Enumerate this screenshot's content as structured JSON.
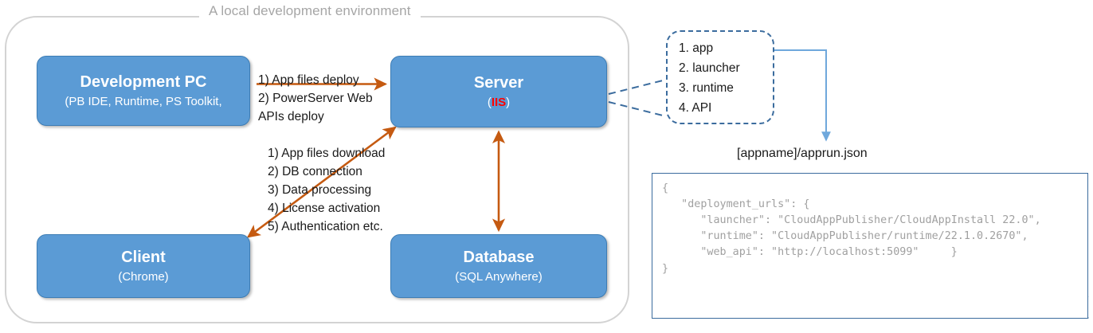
{
  "environment": {
    "title": "A local development environment"
  },
  "nodes": {
    "devpc": {
      "title": "Development PC",
      "subtitle": "(PB IDE, Runtime, PS Toolkit,"
    },
    "server": {
      "title": "Server",
      "subtitle_open": "(",
      "subtitle_accent": "IIS",
      "subtitle_close": ")"
    },
    "client": {
      "title": "Client",
      "subtitle": "(Chrome)"
    },
    "database": {
      "title": "Database",
      "subtitle": "(SQL Anywhere)"
    }
  },
  "labels": {
    "deploy": {
      "lines": [
        "1) App files deploy",
        "2) PowerServer Web",
        "APIs deploy"
      ]
    },
    "runtime": {
      "lines": [
        "1) App files download",
        "2) DB connection",
        "3) Data processing",
        "4) License activation",
        "5) Authentication etc."
      ]
    }
  },
  "callout": {
    "items": [
      "1. app",
      "2. launcher",
      "3. runtime",
      "4. API"
    ]
  },
  "apprun": {
    "caption": "[appname]/apprun.json"
  },
  "json_panel": {
    "code": "{\n   \"deployment_urls\": {\n      \"launcher\": \"CloudAppPublisher/CloudAppInstall 22.0\",\n      \"runtime\": \"CloudAppPublisher/runtime/22.1.0.2670\",\n      \"web_api\": \"http://localhost:5099\"     }\n}"
  },
  "colors": {
    "node_fill": "#5B9BD5",
    "node_border": "#3D7DB5",
    "arrow_orange": "#C55A11",
    "connector_blue": "#5B9BD5",
    "callout_border": "#3B6C9E",
    "container_border": "#D3D3D3",
    "accent_red": "#FF0000",
    "code_text": "#A0A0A0"
  }
}
